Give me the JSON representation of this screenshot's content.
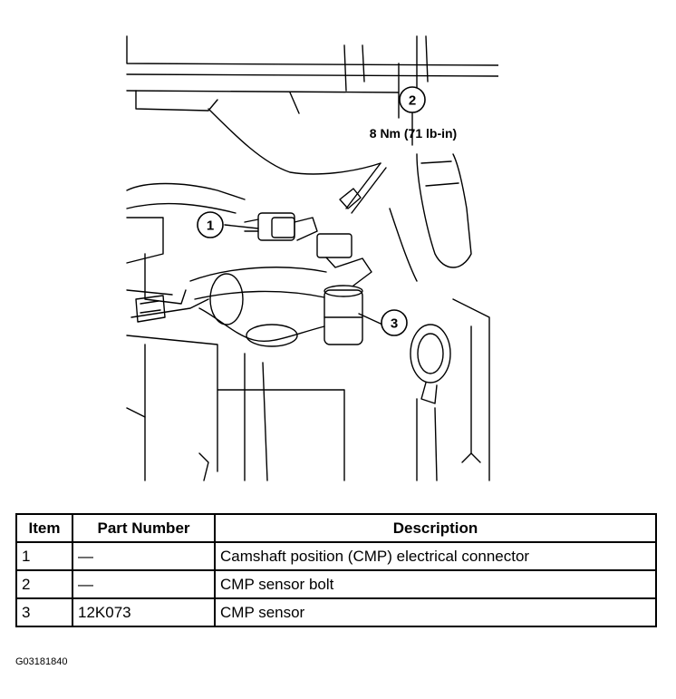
{
  "figure": {
    "callouts": [
      {
        "number": "1"
      },
      {
        "number": "2"
      },
      {
        "number": "3"
      }
    ],
    "torque_spec": "8 Nm (71 lb-in)"
  },
  "table": {
    "headers": [
      "Item",
      "Part Number",
      "Description"
    ],
    "rows": [
      {
        "item": "1",
        "part_number": "—",
        "description": "Camshaft position (CMP) electrical connector"
      },
      {
        "item": "2",
        "part_number": "—",
        "description": "CMP sensor bolt"
      },
      {
        "item": "3",
        "part_number": "12K073",
        "description": "CMP sensor"
      }
    ]
  },
  "figure_id": "G03181840"
}
